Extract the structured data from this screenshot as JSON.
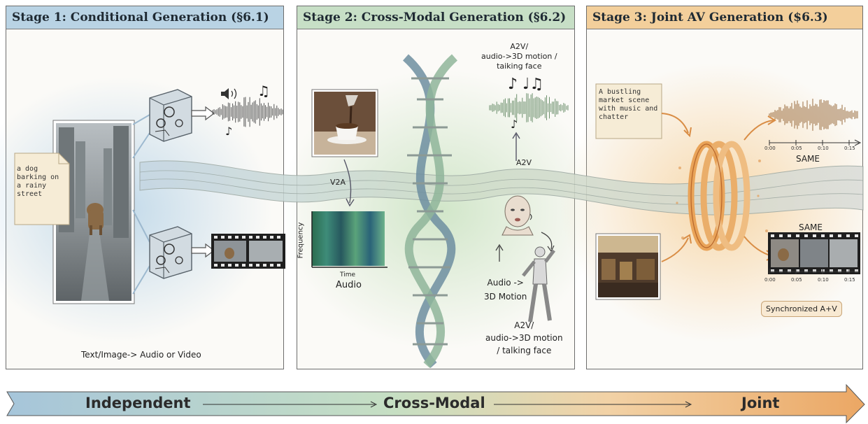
{
  "stage1": {
    "title": "Stage 1: Conditional Generation (§6.1)",
    "prompt": "a dog barking on a rainy street",
    "caption": "Text/Image-> Audio or Video"
  },
  "stage2": {
    "title": "Stage 2: Cross-Modal Generation (§6.2)",
    "v2a": "V2A",
    "a2v": "A2V",
    "spec_freq": "Frequency",
    "spec_time": "Time",
    "spec_audio": "Audio",
    "a2v_top": "A2V/\naudio->3D motion /\ntaiking face",
    "audio_3d": "Audio ->\n3D Motion",
    "a2v_bottom": "A2V/\naudio->3D motion\n/ talking face"
  },
  "stage3": {
    "title": "Stage 3: Joint AV Generation ($6.3)",
    "prompt": "A bustling market scene with music and chatter",
    "same_top": "SAME",
    "same_bottom": "SAME",
    "ticks_top": [
      "0:00",
      "0:05",
      "0:10",
      "0:15"
    ],
    "ticks_bottom": [
      "0:00",
      "0:05",
      "0:10",
      "0:15"
    ],
    "sync": "Synchronized A+V"
  },
  "bottom_bar": {
    "independent": "Independent",
    "cross_modal": "Cross-Modal",
    "joint": "Joint"
  },
  "colors": {
    "stage1_header": "#b9d3e4",
    "stage2_header": "#c7dfc6",
    "stage3_header": "#f3cf9b",
    "ribbon": "#c9d3cf",
    "ring": "#e9a358"
  }
}
